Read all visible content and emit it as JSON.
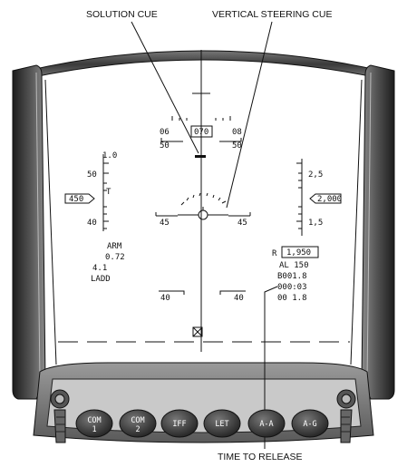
{
  "callouts": {
    "solution_cue": "SOLUTION CUE",
    "vertical_steering_cue": "VERTICAL STEERING CUE",
    "time_to_release": "TIME TO RELEASE"
  },
  "heading_scale": {
    "left": "06",
    "center": "070",
    "right": "08",
    "left_sub": "50",
    "right_sub": "50"
  },
  "airspeed_scale": {
    "top": "1.0",
    "upper": "50",
    "lower": "40",
    "box_value": "450",
    "marker": "T"
  },
  "altitude_scale": {
    "top": "2,5",
    "box_value": "2,000",
    "lower": "1,5"
  },
  "pitch_ladder": {
    "left": "45",
    "right": "45",
    "bottom_left": "40",
    "bottom_right": "40"
  },
  "left_data": {
    "arm": "ARM",
    "mach": "0.72",
    "g": "4.1",
    "mode": "LADD"
  },
  "right_data": {
    "range_label": "R",
    "range_value": "1,950",
    "al": "AL  150",
    "b": "B001.8",
    "time": "000:03",
    "bottom": "00  1.8"
  },
  "buttons": [
    {
      "line1": "COM",
      "line2": "1"
    },
    {
      "line1": "COM",
      "line2": "2"
    },
    {
      "line1": "IFF",
      "line2": ""
    },
    {
      "line1": "LET",
      "line2": ""
    },
    {
      "line1": "A-A",
      "line2": ""
    },
    {
      "line1": "A-G",
      "line2": ""
    }
  ]
}
